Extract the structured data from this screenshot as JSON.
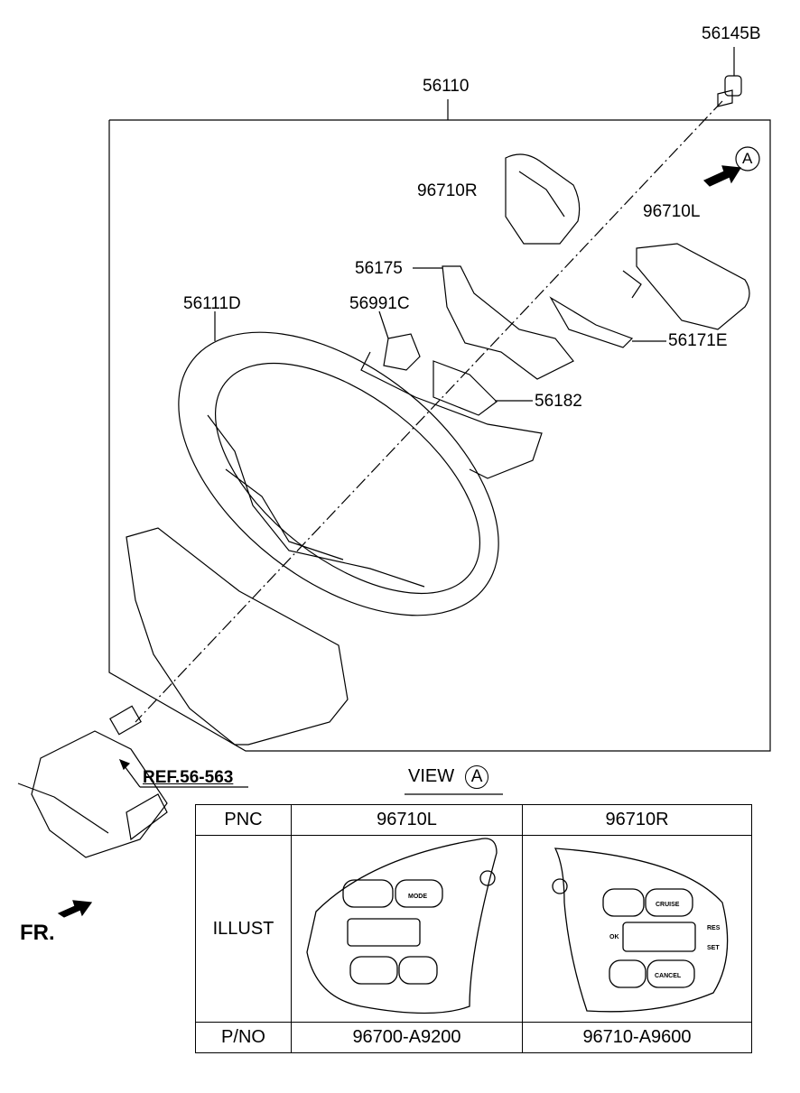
{
  "labels": {
    "p56145b": "56145B",
    "p56110": "56110",
    "p96710r": "96710R",
    "p96710l": "96710L",
    "p56175": "56175",
    "p56991c": "56991C",
    "p56111d": "56111D",
    "p56171e": "56171E",
    "p56182": "56182",
    "ref": "REF.56-563",
    "fr": "FR.",
    "view_a": "A"
  },
  "view": {
    "text": "VIEW",
    "marker": "A"
  },
  "table": {
    "row_labels": [
      "PNC",
      "ILLUST",
      "P/NO"
    ],
    "columns": [
      {
        "pnc": "96710L",
        "pno": "96700-A9200",
        "buttons": [
          "MODE"
        ]
      },
      {
        "pnc": "96710R",
        "pno": "96710-A9600",
        "buttons": [
          "CRUISE",
          "CANCEL",
          "OK",
          "SET",
          "RES"
        ]
      }
    ]
  }
}
